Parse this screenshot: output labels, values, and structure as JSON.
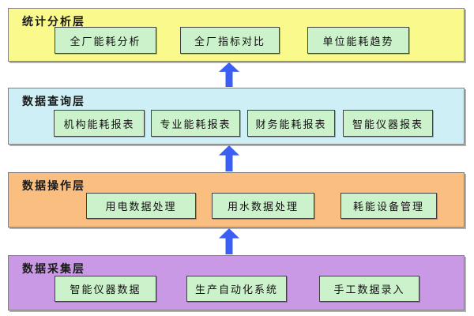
{
  "layers": [
    {
      "label": "统计分析层",
      "bg_color": "#FAFA8C",
      "boxes": [
        "全厂能耗分析",
        "全厂指标对比",
        "单位能耗趋势"
      ]
    },
    {
      "label": "数据查询层",
      "bg_color": "#CDEFF5",
      "boxes": [
        "机构能耗报表",
        "专业能耗报表",
        "财务能耗报表",
        "智能仪器报表"
      ]
    },
    {
      "label": "数据操作层",
      "bg_color": "#FABE80",
      "boxes": [
        "用电数据处理",
        "用水数据处理",
        "耗能设备管理"
      ]
    },
    {
      "label": "数据采集层",
      "bg_color": "#CA99E6",
      "boxes": [
        "智能仪器数据",
        "生产自动化系统",
        "手工数据录入"
      ]
    }
  ],
  "colors": {
    "node_fill": "#CCF2CC",
    "node_border": "#404040",
    "layer_border": "#7f7f7f",
    "layer_shadow": "#b0b0b0",
    "arrow": "#3B5FF2",
    "text": "#1a1a1a",
    "background": "#ffffff"
  },
  "arrows": [
    {
      "direction": "up"
    },
    {
      "direction": "up"
    },
    {
      "direction": "up"
    }
  ]
}
